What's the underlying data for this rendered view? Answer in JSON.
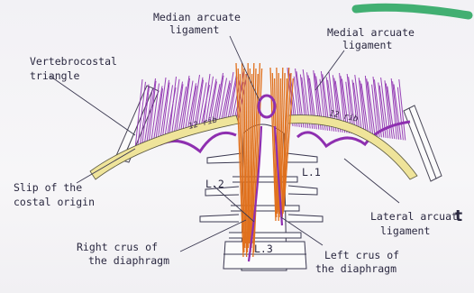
{
  "labels": {
    "median_arcuate": [
      "Median arcuate",
      "ligament"
    ],
    "medial_arcuate": [
      "Medial arcuate",
      "ligament"
    ],
    "vertebrocostal": [
      "Vertebrocostal",
      "triangle"
    ],
    "slip": [
      "Slip of the",
      "costal origin"
    ],
    "lateral_arcuate": [
      "Lateral arcuat",
      "ligament"
    ],
    "right_crus": [
      "Right crus of",
      "the diaphragm"
    ],
    "left_crus": [
      "Left crus of",
      "the diaphragm"
    ],
    "l1": "L.1",
    "l2": "L.2",
    "l3": "L.3",
    "rib_left": "12 rib",
    "rib_right": "12 rib",
    "annotation_t": "t"
  },
  "colors": {
    "muscle_purple": "#8e2fb0",
    "crus_orange": "#e0701c",
    "rib_yellow": "#efe49a",
    "green_mark": "#22a35a"
  }
}
